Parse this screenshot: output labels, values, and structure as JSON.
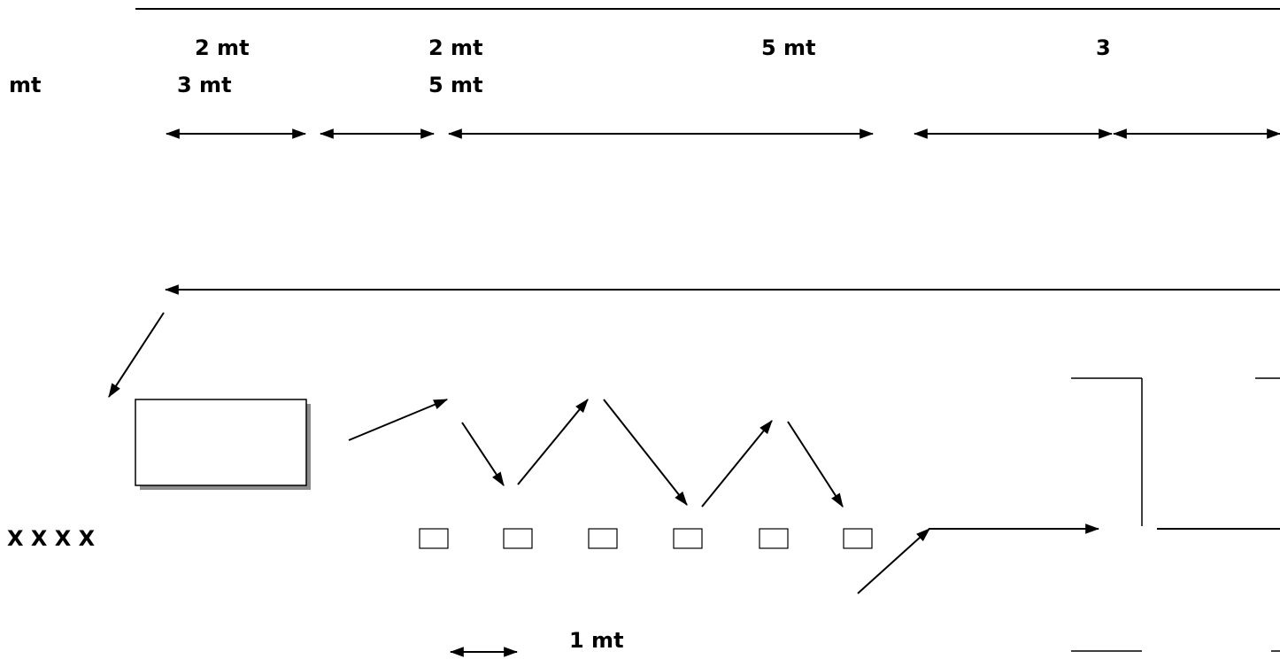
{
  "labels": {
    "top_row": {
      "a": "2 mt",
      "b": "2 mt",
      "c": "5 mt",
      "d": "3"
    },
    "second_row": {
      "left": "mt",
      "a": "3 mt",
      "b": "5 mt"
    },
    "players": "X X X X",
    "cone_spacing": "1 mt"
  },
  "colors": {
    "line": "#000000",
    "box_shadow": "#8c8c8c"
  }
}
